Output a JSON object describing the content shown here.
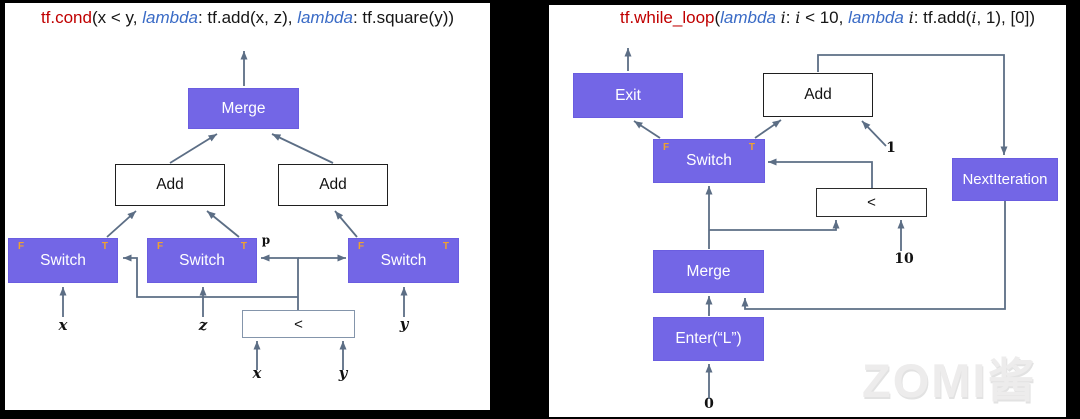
{
  "colors": {
    "node_purple": "#7366e6",
    "arrow": "#5c6e85",
    "keyword_red": "#c00000",
    "lambda_blue": "#3a6bc6",
    "port_gold": "#f0a22e",
    "background": "#000000",
    "panel": "#ffffff"
  },
  "ports": {
    "f": "F",
    "t": "T"
  },
  "left_panel": {
    "title_segments": [
      {
        "t": "tf.cond"
      },
      {
        "t": "(x < y, "
      },
      {
        "t": "lambda"
      },
      {
        "t": ": tf.add(x, z), "
      },
      {
        "t": "lambda"
      },
      {
        "t": ": tf.square(y))"
      }
    ],
    "nodes": {
      "merge": "Merge",
      "add_left": "Add",
      "add_right": "Add",
      "switch1": "Switch",
      "switch2": "Switch",
      "switch3": "Switch",
      "less": "<"
    },
    "labels": {
      "x_input": "x",
      "z_input": "z",
      "y_input": "y",
      "pred": "p",
      "less_x": "x",
      "less_y": "y"
    }
  },
  "right_panel": {
    "title_segments": [
      {
        "t": "tf.while_loop"
      },
      {
        "t": "("
      },
      {
        "t": "lambda "
      },
      {
        "t": "i"
      },
      {
        "t": ": "
      },
      {
        "t": "i"
      },
      {
        "t": " < 10, "
      },
      {
        "t": "lambda "
      },
      {
        "t": "i"
      },
      {
        "t": ": tf.add("
      },
      {
        "t": "i"
      },
      {
        "t": ", 1), [0])"
      }
    ],
    "nodes": {
      "exit": "Exit",
      "add": "Add",
      "switch": "Switch",
      "next_iteration": "NextIteration",
      "less": "<",
      "merge": "Merge",
      "enter": "Enter(“L”)"
    },
    "labels": {
      "one": "1",
      "ten": "10",
      "zero": "0"
    }
  },
  "watermark": "ZOMI酱"
}
